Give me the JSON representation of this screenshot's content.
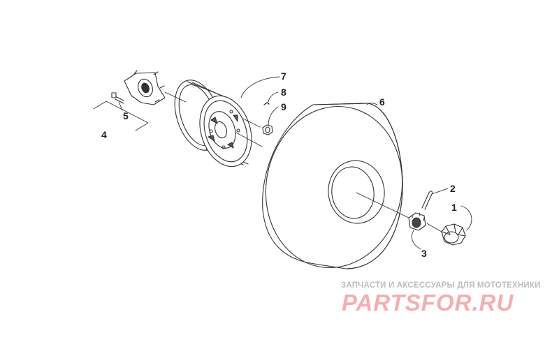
{
  "callouts": {
    "c1": "1",
    "c2": "2",
    "c3": "3",
    "c4": "4",
    "c5": "5",
    "c6": "6",
    "c7": "7",
    "c8": "8",
    "c9": "9"
  },
  "watermark": {
    "tagline": "ЗАПЧАСТИ И АКСЕССУАРЫ ДЛЯ МОТОТЕХНИКИ",
    "logo": "PARTSFOR.RU",
    "color": "#f2b0b0"
  },
  "line_color": "#333333"
}
